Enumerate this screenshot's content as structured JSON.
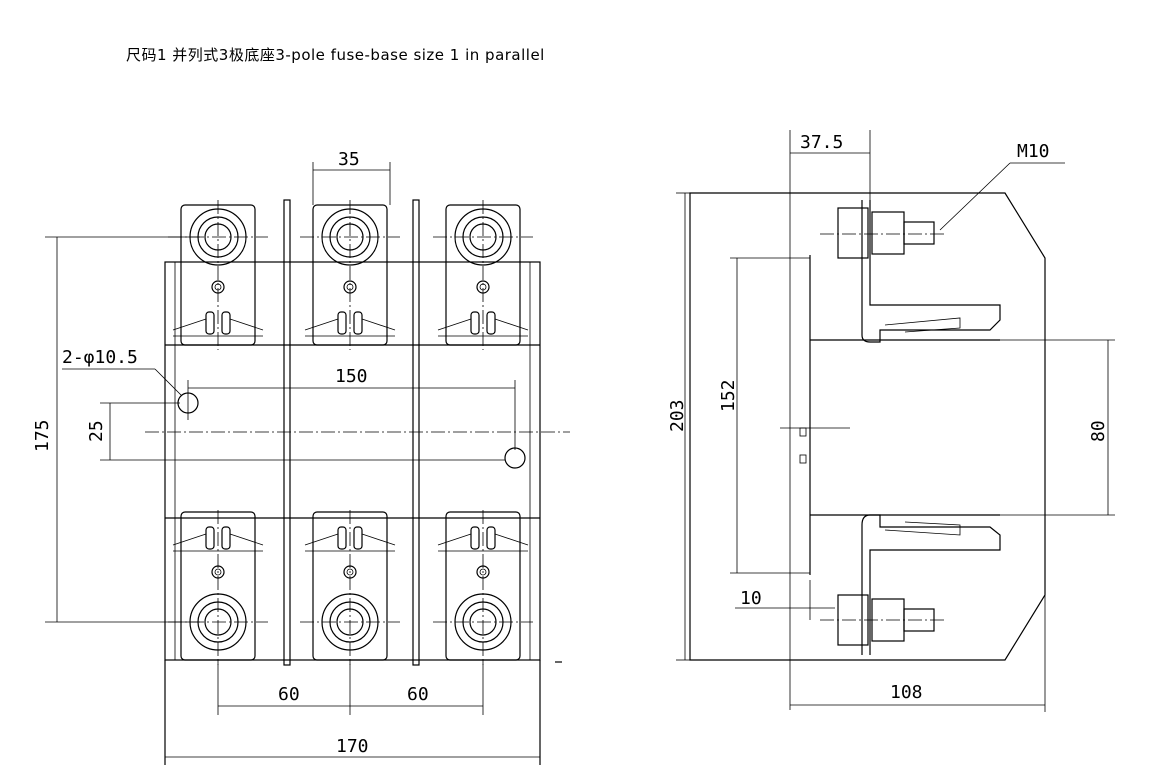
{
  "title": "尺码1 并列式3极底座3-pole fuse-base size 1 in parallel",
  "front_view": {
    "dims": {
      "pole_width": "35",
      "hole_spec": "2-φ10.5",
      "hole_spacing": "150",
      "hole_offset": "25",
      "terminal_spacing": "175",
      "pole_pitch_left": "60",
      "pole_pitch_right": "60",
      "overall_width": "170"
    }
  },
  "side_view": {
    "dims": {
      "thread": "M10",
      "terminal_depth": "37.5",
      "overall_height": "203",
      "contact_span": "152",
      "clip_span": "80",
      "base_thickness": "10",
      "overall_depth": "108"
    }
  }
}
